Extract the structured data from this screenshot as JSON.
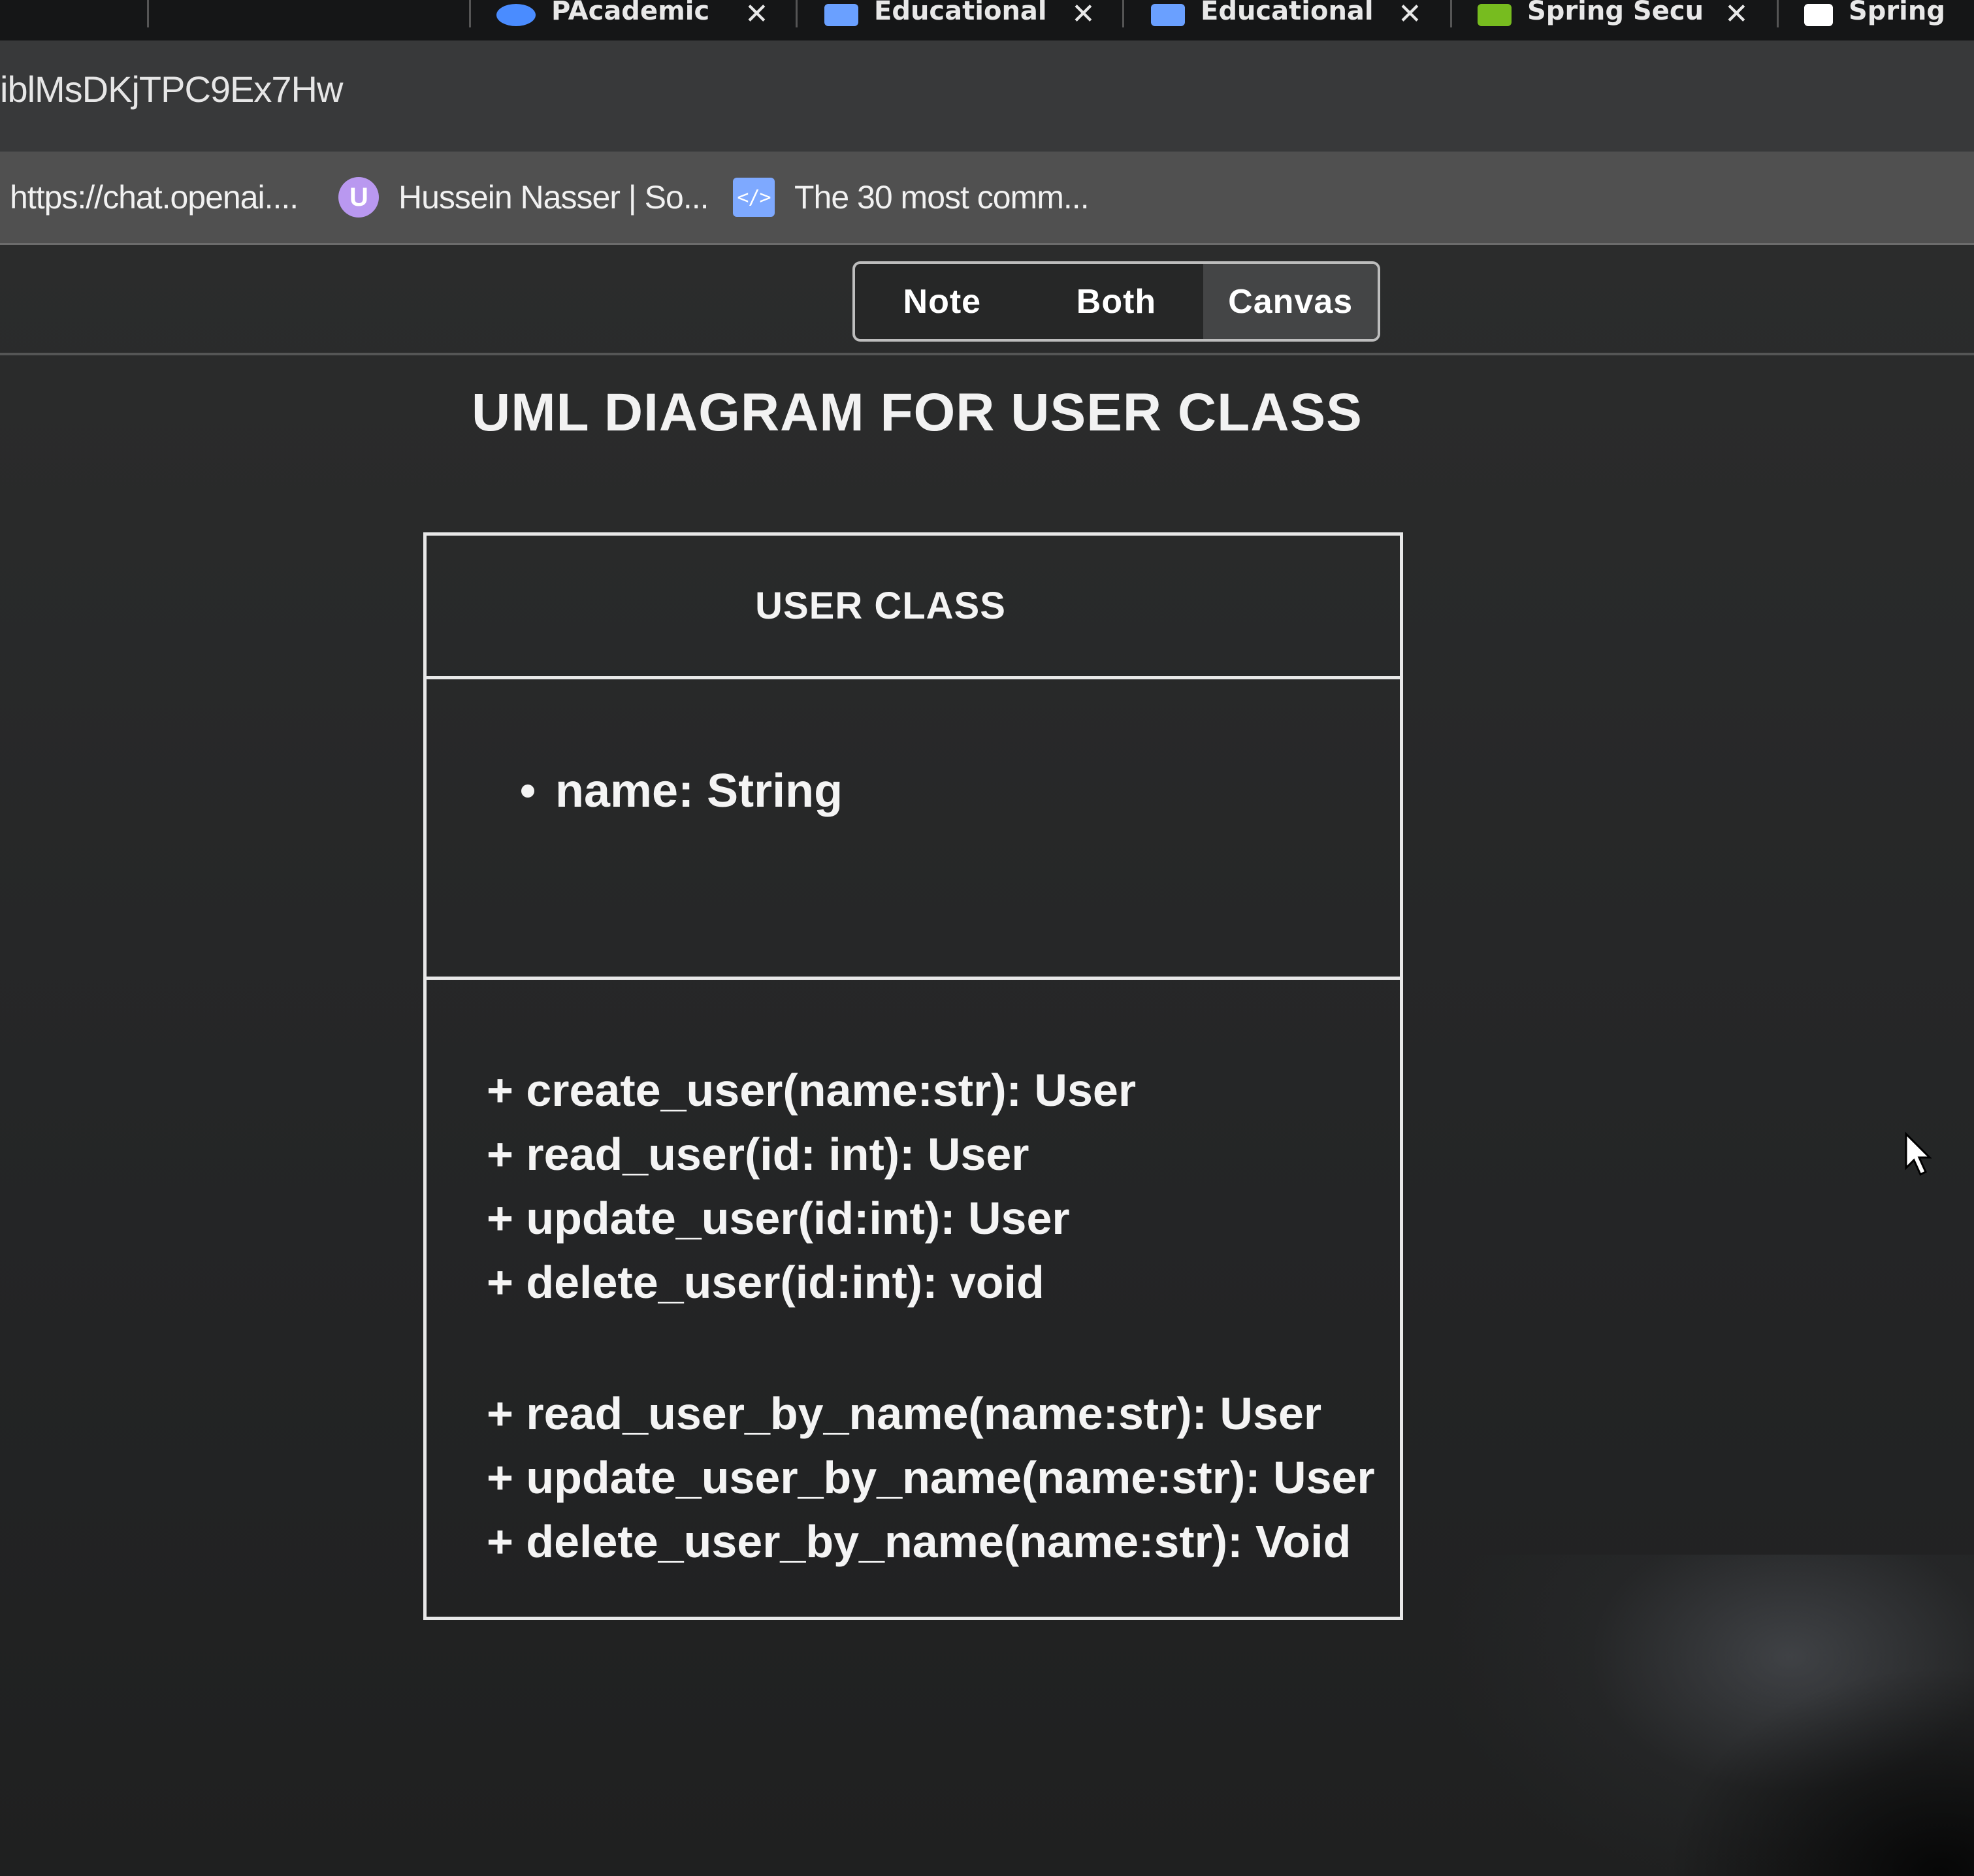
{
  "browser": {
    "tabs": [
      {
        "label": "PAcademic",
        "icon": "globe-icon",
        "icon_color": "#4a8cff"
      },
      {
        "label": "Educational",
        "icon": "document-icon",
        "icon_color": "#6aa0ff"
      },
      {
        "label": "Educational",
        "icon": "document-icon",
        "icon_color": "#6aa0ff"
      },
      {
        "label": "Spring Secu",
        "icon": "spring-leaf-icon",
        "icon_color": "#77bc1f"
      },
      {
        "label": "Spring",
        "icon": "app-icon",
        "icon_color": "#ffffff"
      }
    ],
    "url": "iblMsDKjTPC9Ex7Hw",
    "bookmarks": [
      {
        "label": "https://chat.openai....",
        "icon": ""
      },
      {
        "label": "Hussein Nasser | So...",
        "icon": "udemy-icon",
        "icon_glyph": "U"
      },
      {
        "label": "The 30 most comm...",
        "icon": "code-icon",
        "icon_glyph": "</>"
      }
    ]
  },
  "view_toggle": {
    "options": [
      "Note",
      "Both",
      "Canvas"
    ],
    "active": "Canvas"
  },
  "diagram": {
    "title": "UML DIAGRAM FOR USER CLASS",
    "class_name": "USER CLASS",
    "attributes": [
      "name: String"
    ],
    "methods_group_1": [
      "+ create_user(name:str): User",
      "+ read_user(id: int): User",
      "+ update_user(id:int): User",
      "+ delete_user(id:int): void"
    ],
    "methods_group_2": [
      "+ read_user_by_name(name:str): User",
      "+ update_user_by_name(name:str): User",
      "+ delete_user_by_name(name:str): Void"
    ]
  },
  "colors": {
    "background": "#262727",
    "text": "#f4f4f4",
    "border": "#e8e8e8",
    "active_toggle": "#444546"
  }
}
